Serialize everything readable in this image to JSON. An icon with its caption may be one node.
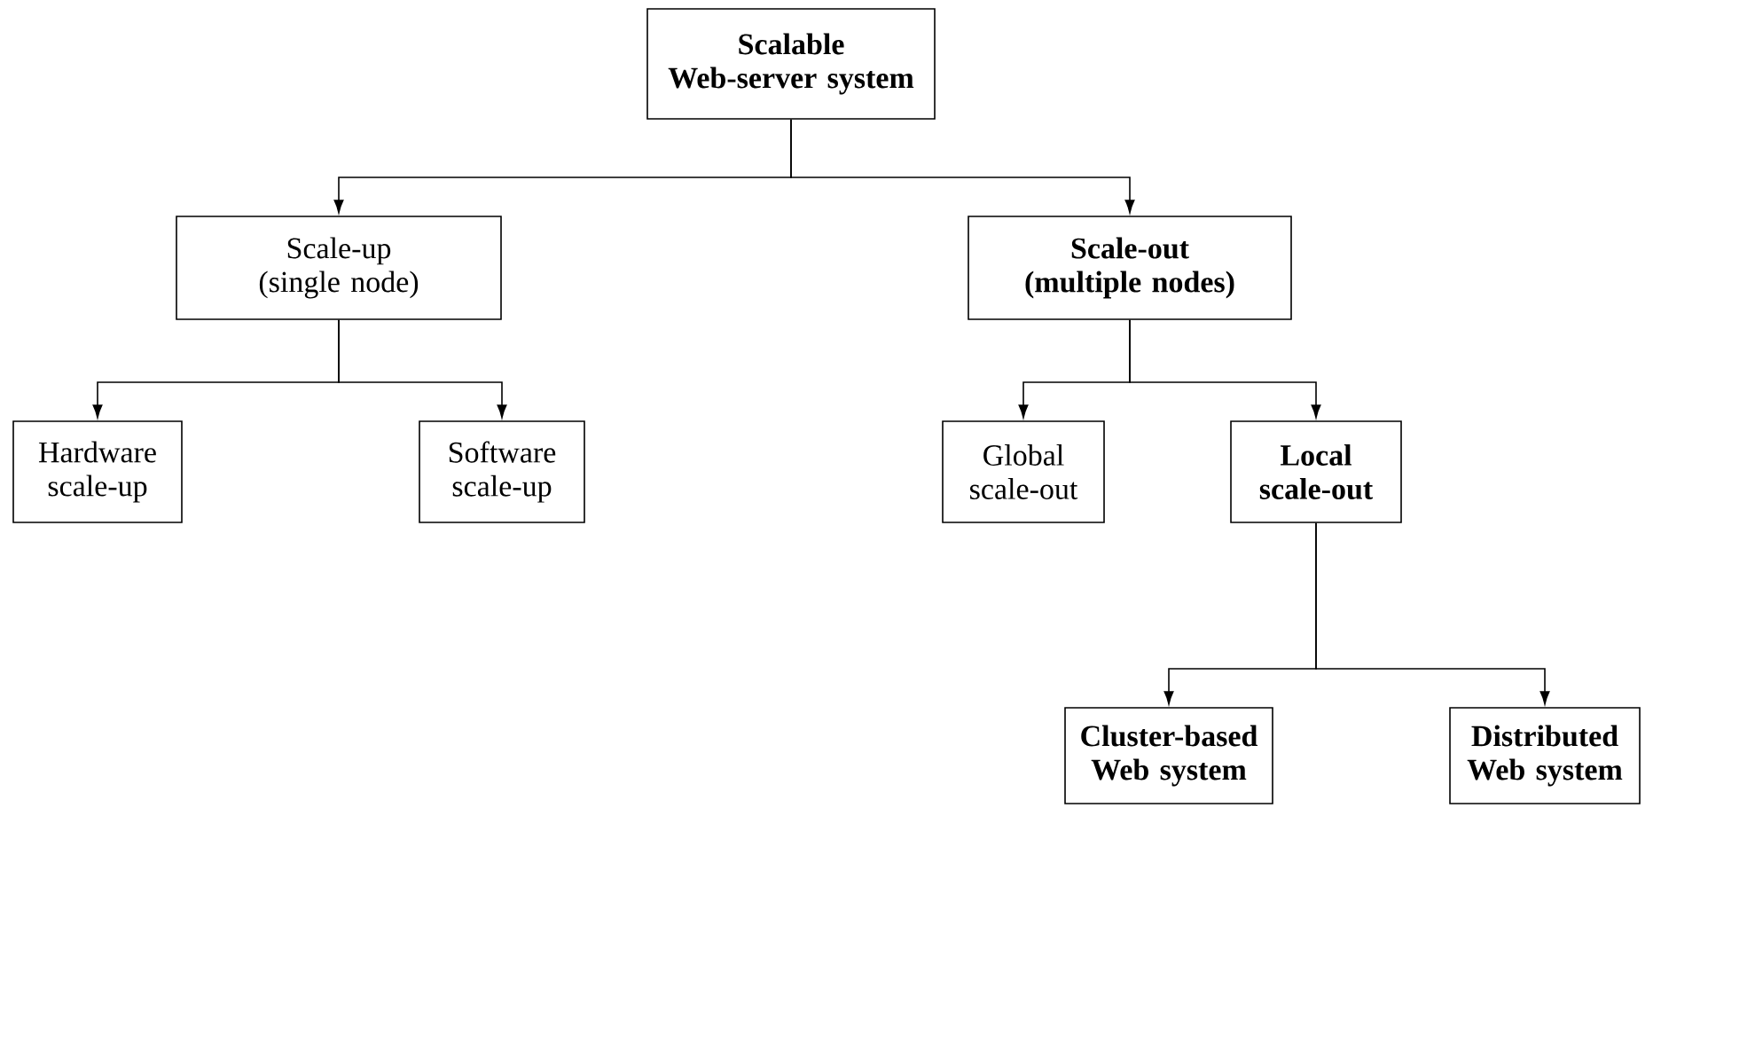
{
  "diagram": {
    "nodes": [
      {
        "text": [
          "Scalable Web-server system"
        ]
      },
      {
        "text": [
          "Scale-up (single node)"
        ]
      },
      {
        "text": [
          "Scale-out (multiple nodes)"
        ]
      },
      {
        "text": [
          "Hardware scale-up"
        ]
      },
      {
        "text": [
          "Software scale-up"
        ]
      },
      {
        "text": [
          "Global scale-out"
        ]
      },
      {
        "text": [
          "Local scale-out"
        ]
      },
      {
        "text": [
          "Cluster-based Web system"
        ]
      },
      {
        "text": [
          "Distributed Web system"
        ]
      }
    ],
    "edges": [
      {
        "from": 0,
        "to": 1,
        "arrow": "to"
      },
      {
        "from": 0,
        "to": 2,
        "arrow": "to"
      },
      {
        "from": 1,
        "to": 3,
        "arrow": "to"
      },
      {
        "from": 1,
        "to": 4,
        "arrow": "to"
      },
      {
        "from": 2,
        "to": 5,
        "arrow": "to"
      },
      {
        "from": 2,
        "to": 6,
        "arrow": "to"
      },
      {
        "from": 6,
        "to": 7,
        "arrow": "to"
      },
      {
        "from": 6,
        "to": 8,
        "arrow": "to"
      }
    ]
  }
}
